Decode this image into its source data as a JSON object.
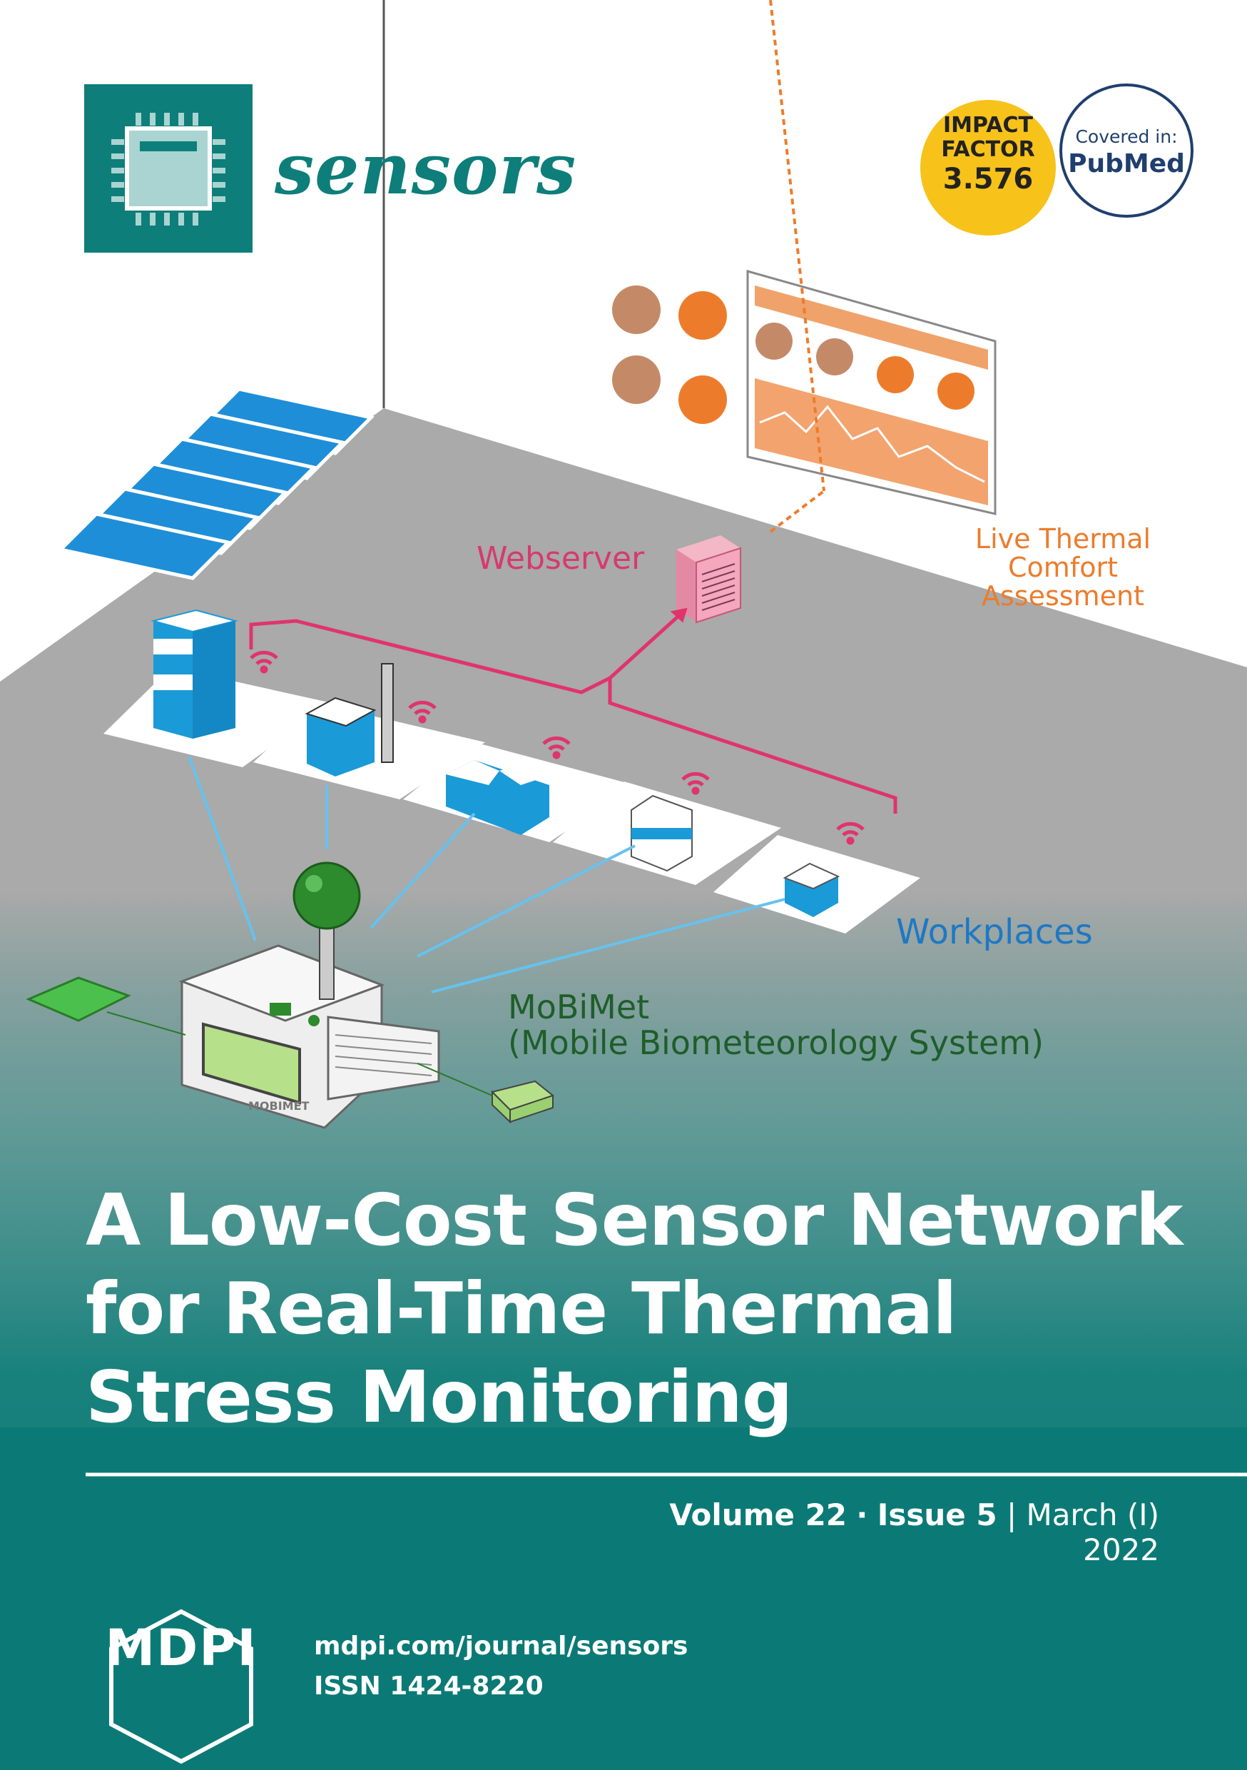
{
  "journal": {
    "name": "sensors"
  },
  "badges": {
    "impact_factor": {
      "line1": "IMPACT",
      "line2": "FACTOR",
      "value": "3.576"
    },
    "pubmed": {
      "line1": "Covered in:",
      "line2": "PubMed"
    }
  },
  "diagram": {
    "webserver_label": "Webserver",
    "live_label_line1": "Live Thermal Comfort",
    "live_label_line2": "Assessment",
    "workplaces_label": "Workplaces",
    "mobimet_label_line1": "MoBiMet",
    "mobimet_label_line2": "(Mobile Biometeorology System)",
    "device_label": "MOBIMET"
  },
  "article": {
    "title_line1": "A Low-Cost Sensor Network",
    "title_line2": "for Real-Time Thermal",
    "title_line3": "Stress Monitoring"
  },
  "issue": {
    "volume": "Volume 22",
    "separator": "·",
    "issue": "Issue 5",
    "pipe": "|",
    "date": "March (I) 2022"
  },
  "publisher": {
    "logo_text": "MDPI",
    "url": "mdpi.com/journal/sensors",
    "issn": "ISSN 1424-8220"
  },
  "colors": {
    "teal": "#0d7e79",
    "impact_yellow": "#f7c21a",
    "pubmed_navy": "#1f3f6e",
    "webserver_pink": "#d63a6e",
    "live_orange": "#ec7c2c",
    "workplace_blue": "#1e78c4",
    "mobimet_green": "#1e5e2a"
  }
}
